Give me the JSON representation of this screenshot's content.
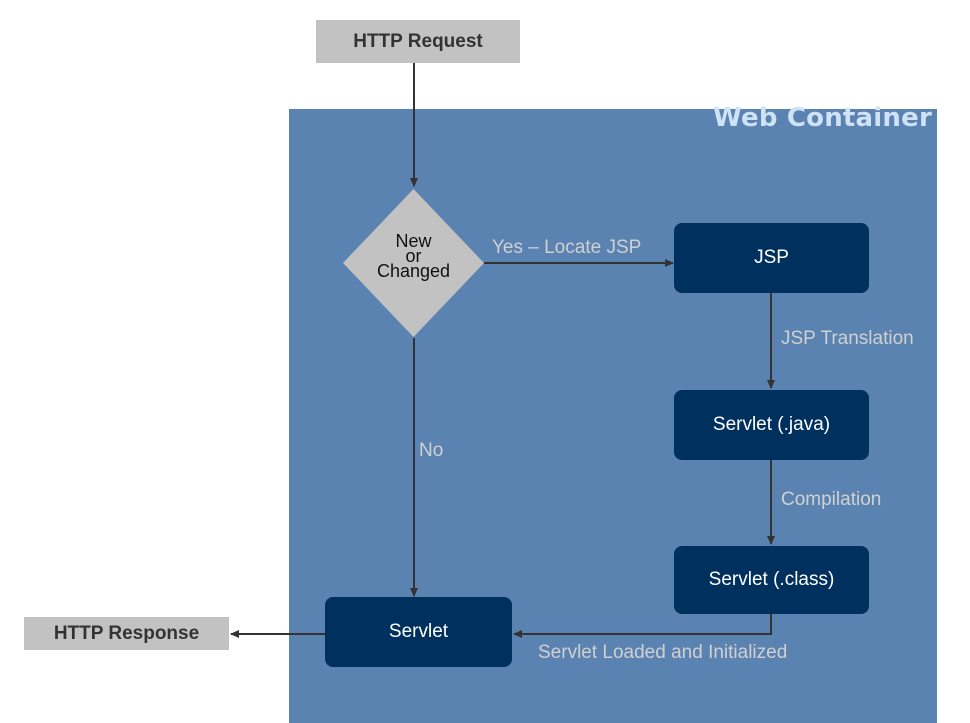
{
  "container": {
    "title": "Web Container"
  },
  "nodes": {
    "http_request": "HTTP Request",
    "http_response": "HTTP Response",
    "decision": {
      "line1": "New",
      "line2": "or",
      "line3": "Changed"
    },
    "jsp": "JSP",
    "servlet_java": "Servlet (.java)",
    "servlet_class": "Servlet (.class)",
    "servlet": "Servlet"
  },
  "edges": {
    "yes": "Yes – Locate JSP",
    "no": "No",
    "translation": "JSP Translation",
    "compilation": "Compilation",
    "loaded": "Servlet Loaded and Initialized"
  },
  "colors": {
    "container": "#5a83b1",
    "node_fill": "#00305e",
    "request_fill": "#c2c2c2",
    "arrow": "#333333",
    "edge_label": "#d0d0d0"
  }
}
